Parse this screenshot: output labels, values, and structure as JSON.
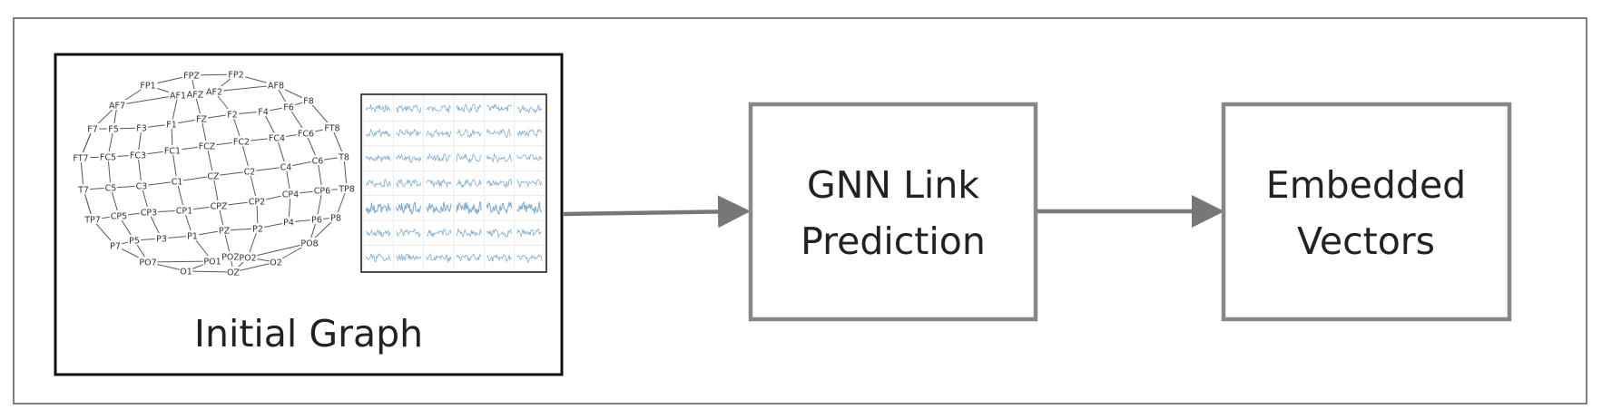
{
  "initial_graph": {
    "label": "Initial Graph",
    "nodes": [
      {
        "id": "FP1",
        "label": "FP1"
      },
      {
        "id": "FPZ",
        "label": "FPZ"
      },
      {
        "id": "FP2",
        "label": "FP2"
      },
      {
        "id": "AF7",
        "label": "AF7"
      },
      {
        "id": "AF1",
        "label": "AF1"
      },
      {
        "id": "AFZ",
        "label": "AFZ"
      },
      {
        "id": "AF2",
        "label": "AF2"
      },
      {
        "id": "AF8",
        "label": "AF8"
      },
      {
        "id": "F7",
        "label": "F7"
      },
      {
        "id": "F5",
        "label": "F5"
      },
      {
        "id": "F3",
        "label": "F3"
      },
      {
        "id": "F1",
        "label": "F1"
      },
      {
        "id": "FZ",
        "label": "FZ"
      },
      {
        "id": "F2",
        "label": "F2"
      },
      {
        "id": "F4",
        "label": "F4"
      },
      {
        "id": "F6",
        "label": "F6"
      },
      {
        "id": "F8",
        "label": "F8"
      },
      {
        "id": "FT7",
        "label": "FT7"
      },
      {
        "id": "FC5",
        "label": "FC5"
      },
      {
        "id": "FC3",
        "label": "FC3"
      },
      {
        "id": "FC1",
        "label": "FC1"
      },
      {
        "id": "FCZ",
        "label": "FCZ"
      },
      {
        "id": "FC2",
        "label": "FC2"
      },
      {
        "id": "FC4",
        "label": "FC4"
      },
      {
        "id": "FC6",
        "label": "FC6"
      },
      {
        "id": "FT8",
        "label": "FT8"
      },
      {
        "id": "T7",
        "label": "T7"
      },
      {
        "id": "C5",
        "label": "C5"
      },
      {
        "id": "C3",
        "label": "C3"
      },
      {
        "id": "C1",
        "label": "C1"
      },
      {
        "id": "CZ",
        "label": "CZ"
      },
      {
        "id": "C2",
        "label": "C2"
      },
      {
        "id": "C4",
        "label": "C4"
      },
      {
        "id": "C6",
        "label": "C6"
      },
      {
        "id": "T8",
        "label": "T8"
      },
      {
        "id": "TP7",
        "label": "TP7"
      },
      {
        "id": "CP5",
        "label": "CP5"
      },
      {
        "id": "CP3",
        "label": "CP3"
      },
      {
        "id": "CP1",
        "label": "CP1"
      },
      {
        "id": "CPZ",
        "label": "CPZ"
      },
      {
        "id": "CP2",
        "label": "CP2"
      },
      {
        "id": "CP4",
        "label": "CP4"
      },
      {
        "id": "CP6",
        "label": "CP6"
      },
      {
        "id": "TP8",
        "label": "TP8"
      },
      {
        "id": "P7",
        "label": "P7"
      },
      {
        "id": "P5",
        "label": "P5"
      },
      {
        "id": "P3",
        "label": "P3"
      },
      {
        "id": "P1",
        "label": "P1"
      },
      {
        "id": "PZ",
        "label": "PZ"
      },
      {
        "id": "P2",
        "label": "P2"
      },
      {
        "id": "P4",
        "label": "P4"
      },
      {
        "id": "P6",
        "label": "P6"
      },
      {
        "id": "P8",
        "label": "P8"
      },
      {
        "id": "PO7",
        "label": "PO7"
      },
      {
        "id": "PO1",
        "label": "PO1"
      },
      {
        "id": "POZ",
        "label": "POZ"
      },
      {
        "id": "PO2",
        "label": "PO2"
      },
      {
        "id": "PO8",
        "label": "PO8"
      },
      {
        "id": "O1",
        "label": "O1"
      },
      {
        "id": "OZ",
        "label": "OZ"
      },
      {
        "id": "O2",
        "label": "O2"
      }
    ],
    "signal_grid": {
      "rows": 7,
      "cols": 6,
      "color": "#6a9fcf"
    }
  },
  "gnn_box": {
    "line1": "GNN Link",
    "line2": "Prediction"
  },
  "embedded_box": {
    "line1": "Embedded",
    "line2": "Vectors"
  },
  "colors": {
    "frame": "#555555",
    "box": "#888888",
    "arrow": "#777777",
    "graph_border": "#111111",
    "text": "#222222"
  }
}
